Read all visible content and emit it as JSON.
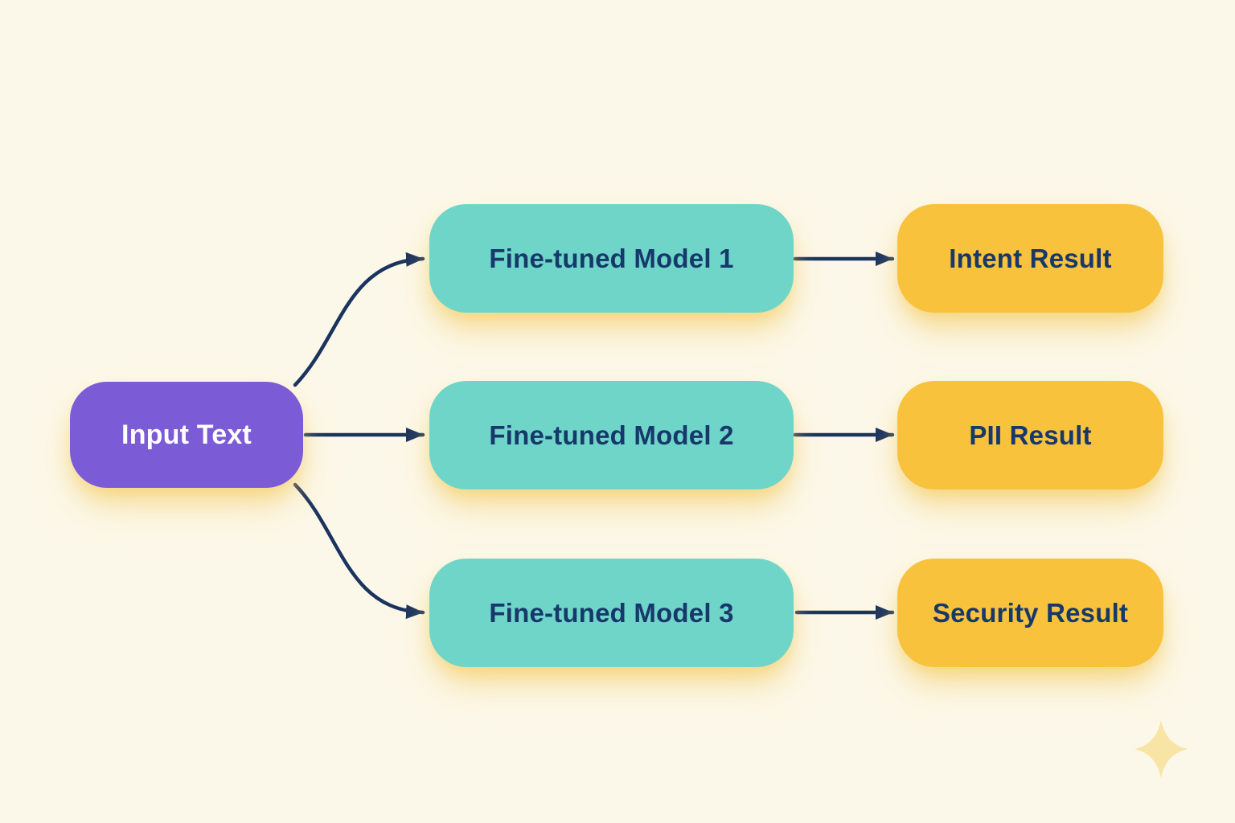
{
  "diagram": {
    "input": {
      "label": "Input Text"
    },
    "models": [
      {
        "label": "Fine-tuned Model 1"
      },
      {
        "label": "Fine-tuned Model 2"
      },
      {
        "label": "Fine-tuned Model 3"
      }
    ],
    "results": [
      {
        "label": "Intent Result"
      },
      {
        "label": "PII Result"
      },
      {
        "label": "Security Result"
      }
    ],
    "connections": [
      {
        "from": "Input Text",
        "to": "Fine-tuned Model 1"
      },
      {
        "from": "Input Text",
        "to": "Fine-tuned Model 2"
      },
      {
        "from": "Input Text",
        "to": "Fine-tuned Model 3"
      },
      {
        "from": "Fine-tuned Model 1",
        "to": "Intent Result"
      },
      {
        "from": "Fine-tuned Model 2",
        "to": "PII Result"
      },
      {
        "from": "Fine-tuned Model 3",
        "to": "Security Result"
      }
    ],
    "icons": {
      "sparkle": "four-pointed-sparkle"
    }
  },
  "colors": {
    "background": "#fcf8e9",
    "input_node": "#7b5cd6",
    "model_node": "#6fd5c9",
    "result_node": "#f8c23c",
    "connector": "#1b335f",
    "node_text": "#16386b",
    "input_text": "#ffffff",
    "sparkle": "#f8e4a4"
  }
}
